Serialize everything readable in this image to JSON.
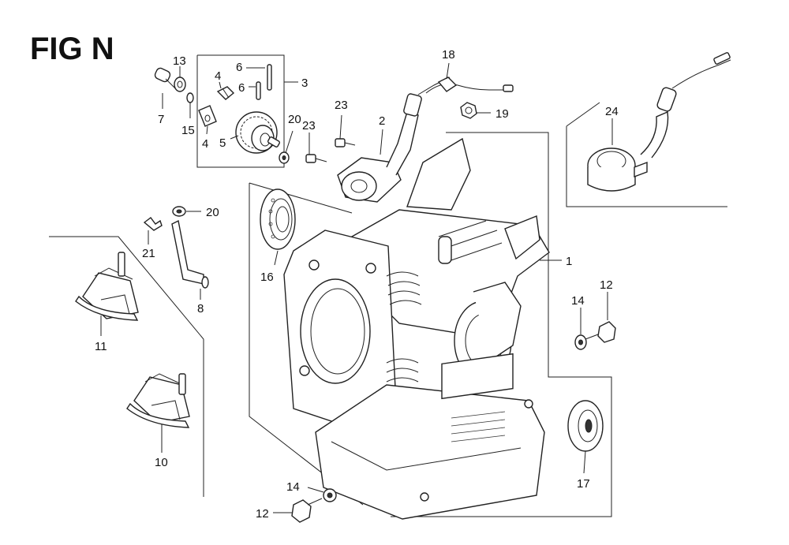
{
  "figure": {
    "title": "FIG N"
  },
  "callouts": [
    {
      "id": "c13",
      "text": "13"
    },
    {
      "id": "c7",
      "text": "7"
    },
    {
      "id": "c15",
      "text": "15"
    },
    {
      "id": "c4a",
      "text": "4"
    },
    {
      "id": "c4b",
      "text": "4"
    },
    {
      "id": "c5",
      "text": "5"
    },
    {
      "id": "c6a",
      "text": "6"
    },
    {
      "id": "c6b",
      "text": "6"
    },
    {
      "id": "c3",
      "text": "3"
    },
    {
      "id": "c20a",
      "text": "20"
    },
    {
      "id": "c23a",
      "text": "23"
    },
    {
      "id": "c23b",
      "text": "23"
    },
    {
      "id": "c2",
      "text": "2"
    },
    {
      "id": "c18",
      "text": "18"
    },
    {
      "id": "c19",
      "text": "19"
    },
    {
      "id": "c24",
      "text": "24"
    },
    {
      "id": "c20b",
      "text": "20"
    },
    {
      "id": "c21",
      "text": "21"
    },
    {
      "id": "c8",
      "text": "8"
    },
    {
      "id": "c16",
      "text": "16"
    },
    {
      "id": "c1",
      "text": "1"
    },
    {
      "id": "c14a",
      "text": "14"
    },
    {
      "id": "c12a",
      "text": "12"
    },
    {
      "id": "c11",
      "text": "11"
    },
    {
      "id": "c10",
      "text": "10"
    },
    {
      "id": "c17",
      "text": "17"
    },
    {
      "id": "c14b",
      "text": "14"
    },
    {
      "id": "c12b",
      "text": "12"
    }
  ]
}
